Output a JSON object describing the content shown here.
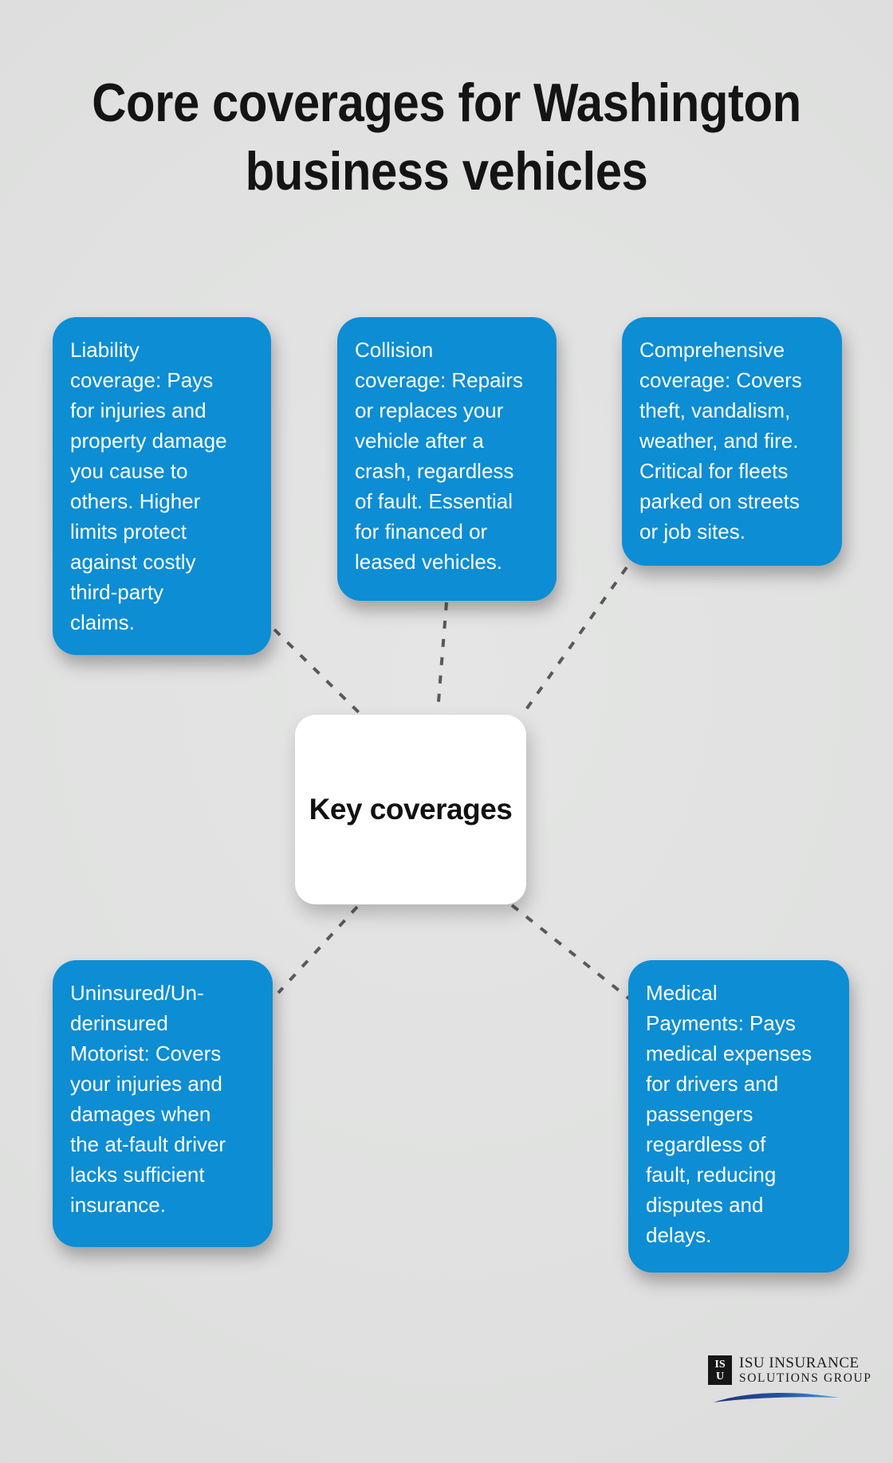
{
  "title": "Core coverages for Washington\nbusiness vehicles",
  "center": {
    "label": "Key coverages"
  },
  "nodes": {
    "liability": {
      "text": "Liability\ncoverage: Pays\nfor injuries and\nproperty damage\nyou cause to\nothers. Higher\nlimits protect\nagainst costly\nthird-party\nclaims."
    },
    "collision": {
      "text": "Collision\ncoverage: Repairs\nor replaces your\nvehicle after a\ncrash, regardless\nof fault. Essential\nfor financed or\nleased vehicles."
    },
    "comprehensive": {
      "text": "Comprehensive\ncoverage: Covers\ntheft, vandalism,\nweather, and fire.\nCritical for fleets\nparked on streets\nor job sites."
    },
    "uninsured_motorist": {
      "text": "Uninsured/Un-\nderinsured\nMotorist: Covers\nyour injuries and\ndamages when\nthe at-fault driver\nlacks sufficient\ninsurance."
    },
    "medical_payments": {
      "text": "Medical\nPayments: Pays\nmedical expenses\nfor drivers and\npassengers\nregardless of\nfault, reducing\ndisputes and\ndelays."
    }
  },
  "logo": {
    "monogram_top": "IS",
    "monogram_bottom": "U",
    "line1": "ISU INSURANCE",
    "line2": "SOLUTIONS GROUP"
  },
  "colors": {
    "node_blue": "#0d8dd3",
    "background": "#dfe0df",
    "connector_gray": "#58595b",
    "center_white": "#ffffff",
    "title_black": "#141414",
    "swoosh_navy": "#1b2f77",
    "swoosh_blue": "#3aa4dc"
  }
}
